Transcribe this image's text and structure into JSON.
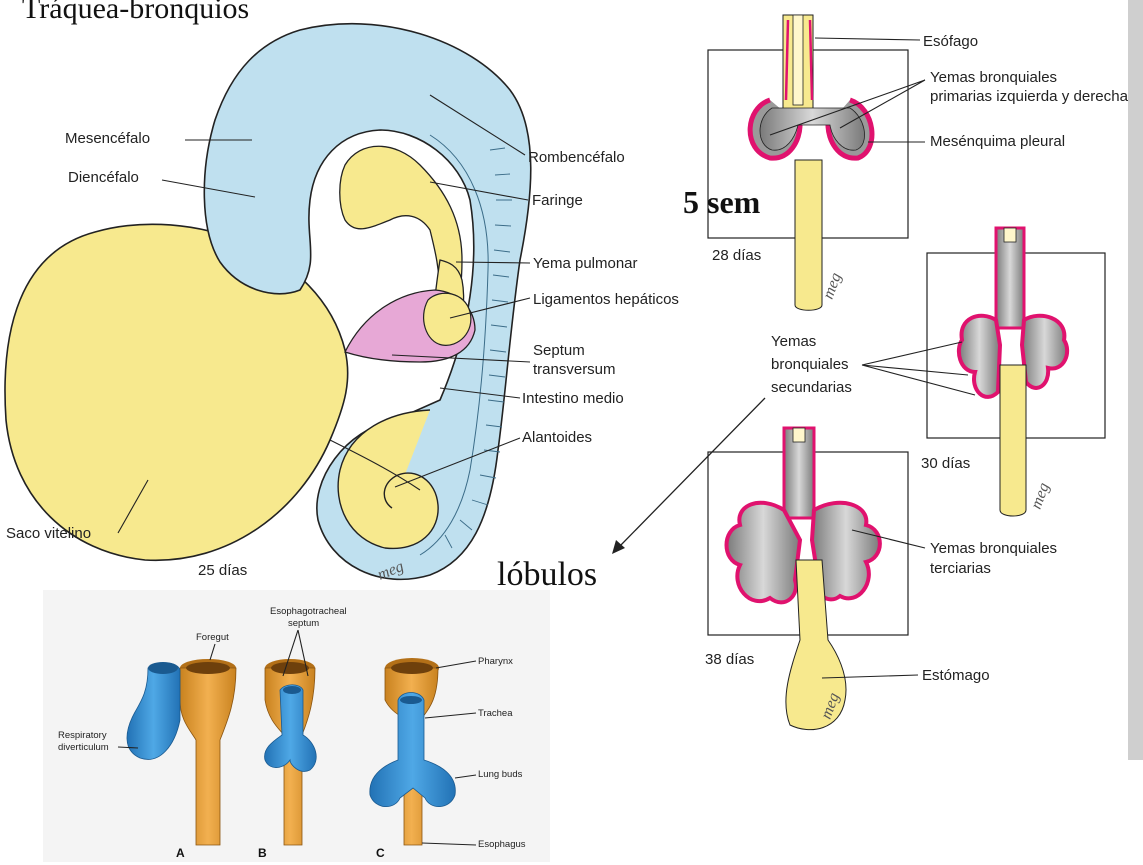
{
  "title": "Tráquea-bronquios",
  "embryo": {
    "labels": {
      "mesencefalo": "Mesencéfalo",
      "diencefalo": "Diencéfalo",
      "rombencefalo": "Rombencéfalo",
      "faringe": "Faringe",
      "yema_pulmonar": "Yema pulmonar",
      "ligamentos": "Ligamentos hepáticos",
      "septum_1": "Septum",
      "septum_2": "transversum",
      "intestino": "Intestino medio",
      "alantoides": "Alantoides",
      "saco": "Saco vitelino",
      "age": "25 días",
      "signature": "meg"
    }
  },
  "lung_stages": {
    "esofago": "Esófago",
    "yemas_primarias_1": "Yemas bronquiales",
    "yemas_primarias_2": "primarias izquierda y derecha",
    "mesenquima": "Mesénquima pleural",
    "week_label": "5 sem",
    "age_28": "28 días",
    "yemas_sec_1": "Yemas",
    "yemas_sec_2": "bronquiales",
    "yemas_sec_3": "secundarias",
    "age_30": "30 días",
    "lobulos": "lóbulos",
    "yemas_terc_1": "Yemas bronquiales",
    "yemas_terc_2": "terciarias",
    "age_38": "38 días",
    "estomago": "Estómago",
    "signature": "meg"
  },
  "english_panel": {
    "esophagotracheal_1": "Esophagotracheal",
    "esophagotracheal_2": "septum",
    "foregut": "Foregut",
    "pharynx": "Pharynx",
    "trachea": "Trachea",
    "respiratory_1": "Respiratory",
    "respiratory_2": "diverticulum",
    "lung_buds": "Lung buds",
    "esophagus": "Esophagus",
    "panel_a": "A",
    "panel_b": "B",
    "panel_c": "C"
  },
  "colors": {
    "brain_blue": "#bfe0ef",
    "yolk_yellow": "#f7e98e",
    "liver_pink": "#e7a8d6",
    "bud_magenta": "#e0126e",
    "bud_grey": "#9a9a9a",
    "foregut_orange": "#e7a23a",
    "resp_blue": "#3a8fd0"
  }
}
